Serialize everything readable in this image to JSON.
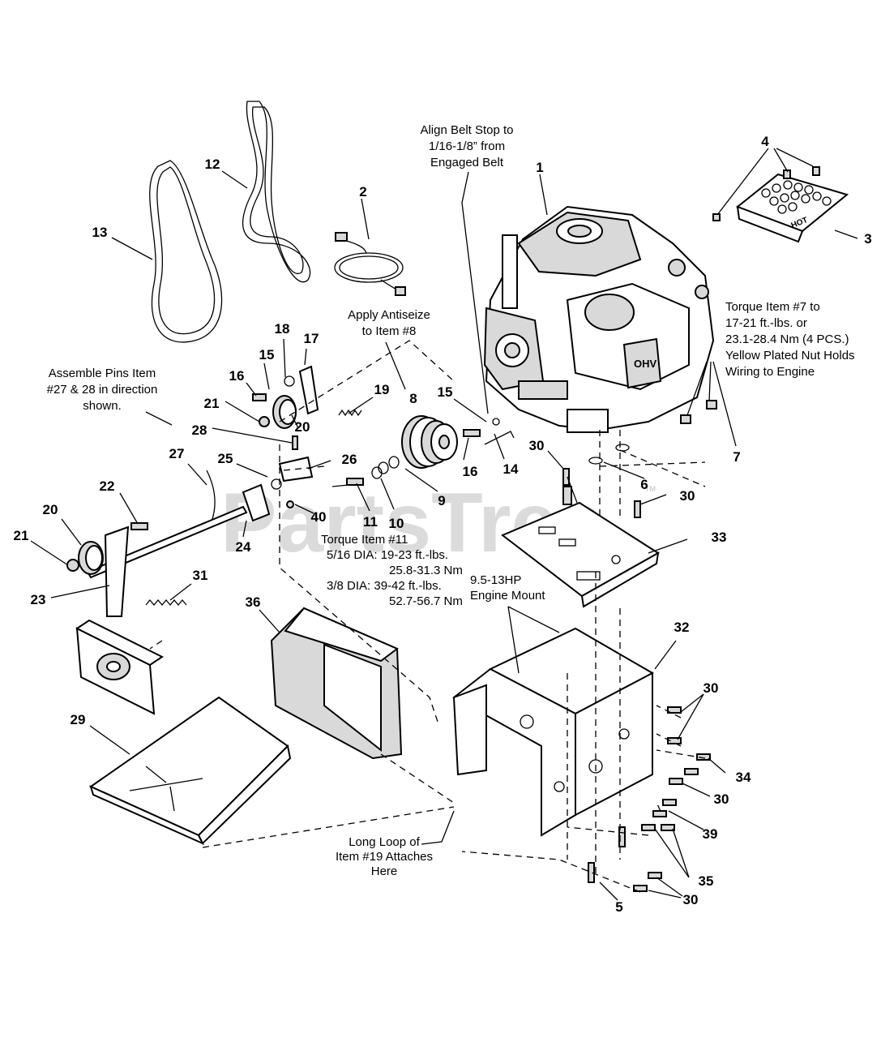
{
  "watermark": {
    "text": "PartsTree",
    "trademark": "TM"
  },
  "callouts": [
    {
      "id": "c1",
      "label": "1"
    },
    {
      "id": "c2",
      "label": "2"
    },
    {
      "id": "c3",
      "label": "3"
    },
    {
      "id": "c4",
      "label": "4"
    },
    {
      "id": "c5",
      "label": "5"
    },
    {
      "id": "c6",
      "label": "6"
    },
    {
      "id": "c7",
      "label": "7"
    },
    {
      "id": "c8",
      "label": "8"
    },
    {
      "id": "c9",
      "label": "9"
    },
    {
      "id": "c10",
      "label": "10"
    },
    {
      "id": "c11",
      "label": "11"
    },
    {
      "id": "c12",
      "label": "12"
    },
    {
      "id": "c13",
      "label": "13"
    },
    {
      "id": "c14",
      "label": "14"
    },
    {
      "id": "c15a",
      "label": "15"
    },
    {
      "id": "c15b",
      "label": "15"
    },
    {
      "id": "c16a",
      "label": "16"
    },
    {
      "id": "c16b",
      "label": "16"
    },
    {
      "id": "c17",
      "label": "17"
    },
    {
      "id": "c18",
      "label": "18"
    },
    {
      "id": "c19",
      "label": "19"
    },
    {
      "id": "c20a",
      "label": "20"
    },
    {
      "id": "c20b",
      "label": "20"
    },
    {
      "id": "c21a",
      "label": "21"
    },
    {
      "id": "c21b",
      "label": "21"
    },
    {
      "id": "c22",
      "label": "22"
    },
    {
      "id": "c23",
      "label": "23"
    },
    {
      "id": "c24",
      "label": "24"
    },
    {
      "id": "c25",
      "label": "25"
    },
    {
      "id": "c26",
      "label": "26"
    },
    {
      "id": "c27",
      "label": "27"
    },
    {
      "id": "c28",
      "label": "28"
    },
    {
      "id": "c29",
      "label": "29"
    },
    {
      "id": "c30a",
      "label": "30"
    },
    {
      "id": "c30b",
      "label": "30"
    },
    {
      "id": "c30c",
      "label": "30"
    },
    {
      "id": "c30d",
      "label": "30"
    },
    {
      "id": "c30e",
      "label": "30"
    },
    {
      "id": "c31",
      "label": "31"
    },
    {
      "id": "c32",
      "label": "32"
    },
    {
      "id": "c33",
      "label": "33"
    },
    {
      "id": "c34",
      "label": "34"
    },
    {
      "id": "c35",
      "label": "35"
    },
    {
      "id": "c36",
      "label": "36"
    },
    {
      "id": "c39",
      "label": "39"
    },
    {
      "id": "c40",
      "label": "40"
    }
  ],
  "notes": {
    "align_belt": [
      "Align Belt Stop to",
      "1/16-1/8” from",
      "Engaged Belt"
    ],
    "antiseize": [
      "Apply Antiseize",
      "to Item #8"
    ],
    "assemble_pins": [
      "Assemble Pins Item",
      "#27 & 28 in direction",
      "shown."
    ],
    "torque7": [
      "Torque Item #7 to",
      "17-21 ft.-lbs. or",
      "23.1-28.4 Nm (4 PCS.)",
      "Yellow Plated Nut Holds",
      "Wiring to Engine"
    ],
    "torque11": [
      "Torque Item #11",
      "5/16 DIA: 19-23 ft.-lbs.",
      "25.8-31.3 Nm",
      "3/8 DIA: 39-42 ft.-lbs.",
      "52.7-56.7 Nm"
    ],
    "engine_mount": [
      "9.5-13HP",
      "Engine Mount"
    ],
    "long_loop": [
      "Long Loop of",
      "Item #19 Attaches",
      "Here"
    ]
  },
  "plate_text": "HOT",
  "engine_text": "OHV"
}
